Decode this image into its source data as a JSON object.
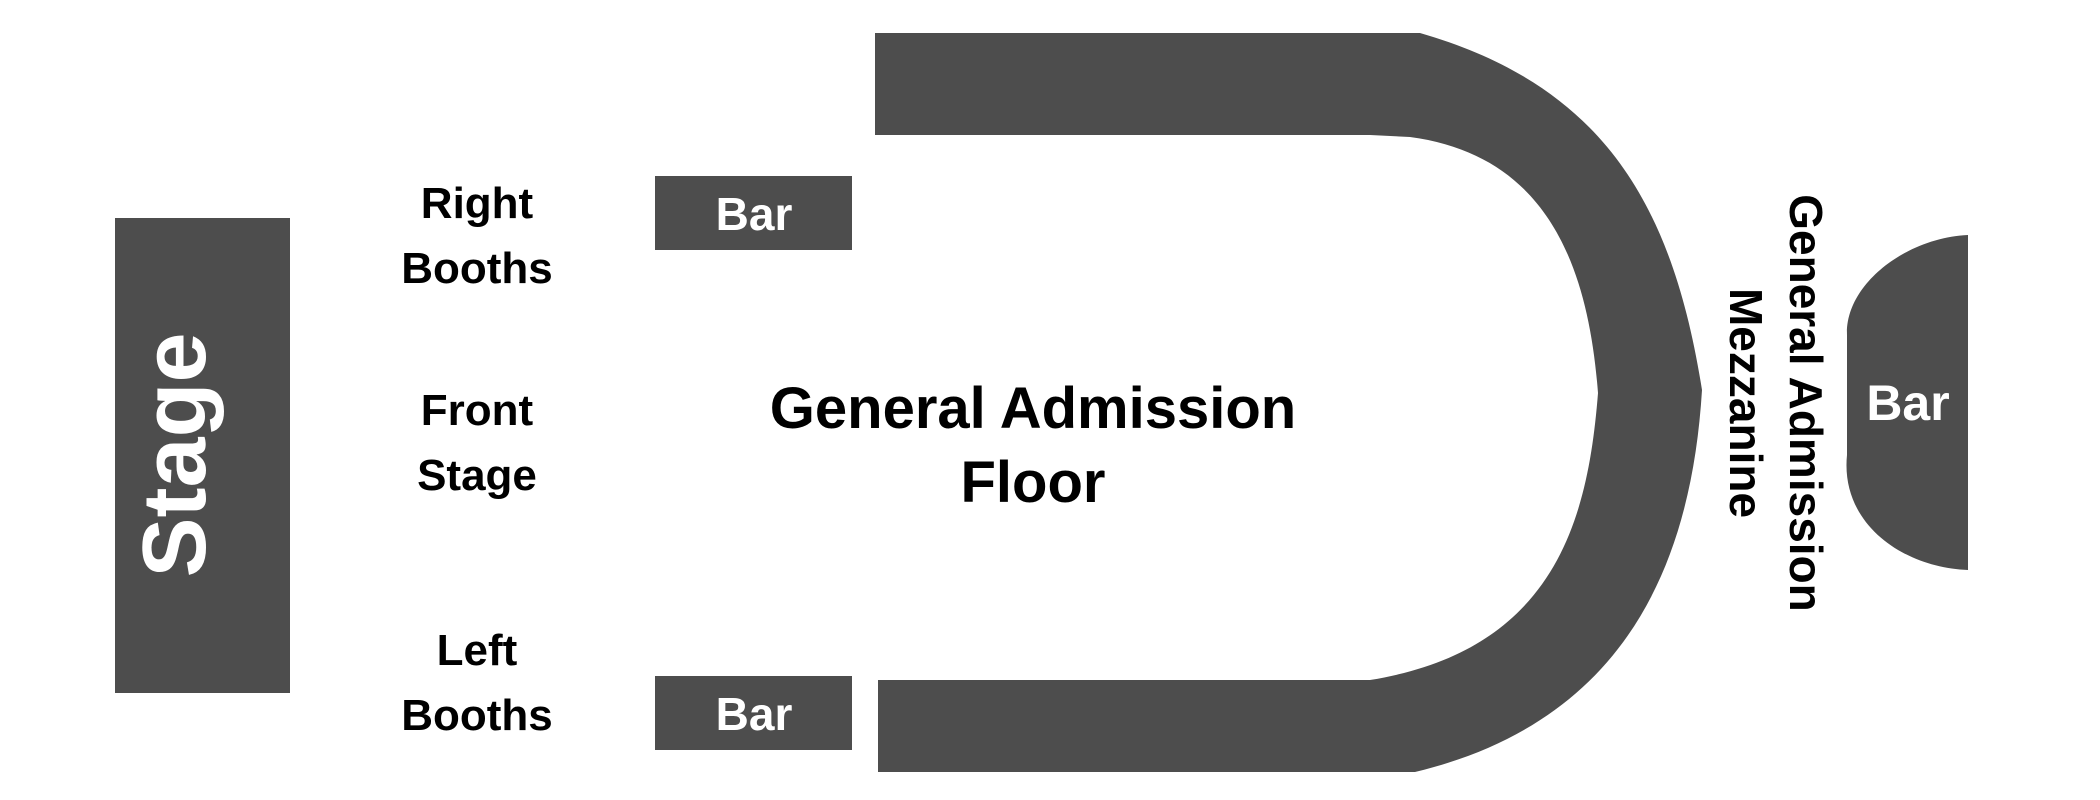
{
  "colors": {
    "section_fill": "#4d4d4d",
    "label_dark": "#000000",
    "label_light": "#ffffff",
    "background": "#ffffff"
  },
  "map": {
    "stage": {
      "label": "Stage"
    },
    "right_booths": {
      "line1": "Right",
      "line2": "Booths"
    },
    "front_stage": {
      "line1": "Front",
      "line2": "Stage"
    },
    "left_booths": {
      "line1": "Left",
      "line2": "Booths"
    },
    "bar_top": {
      "label": "Bar"
    },
    "bar_bottom": {
      "label": "Bar"
    },
    "bar_right": {
      "label": "Bar"
    },
    "floor": {
      "line1": "General Admission",
      "line2": "Floor"
    },
    "mezzanine": {
      "line1": "General Admission",
      "line2": "Mezzanine"
    }
  }
}
